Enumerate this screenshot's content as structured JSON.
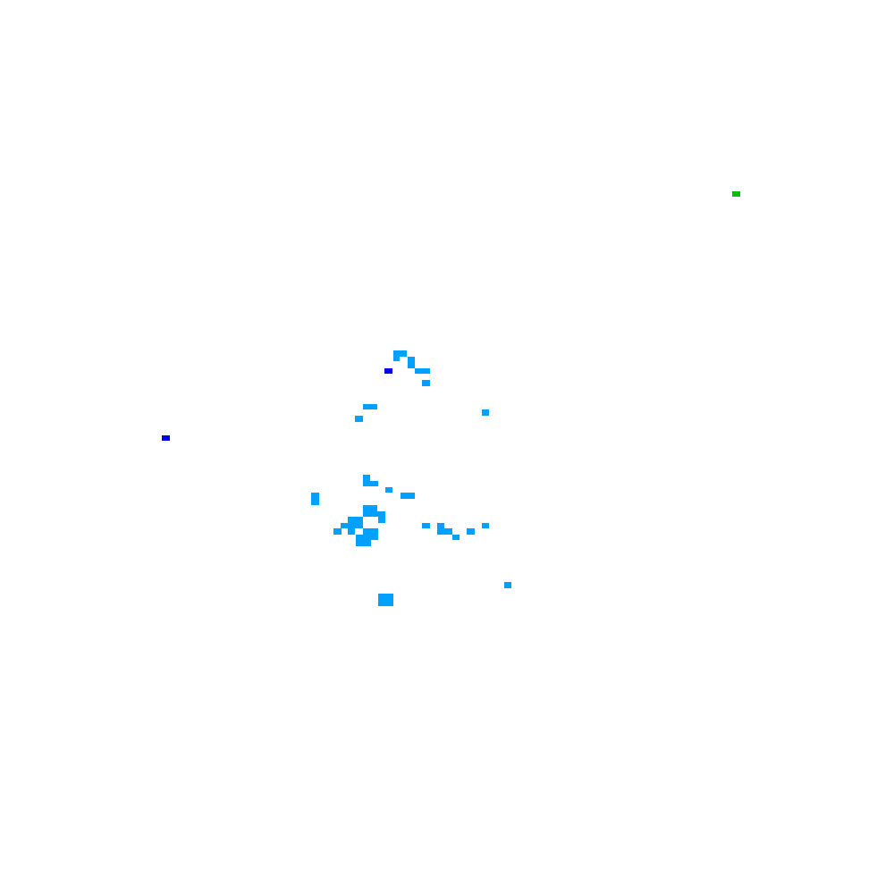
{
  "map": {
    "palette": {
      "light_blue": "#00a0ff",
      "blue": "#0000ee",
      "green": "#00c000"
    },
    "cell_counts": {
      "light_blue": 51,
      "blue": 2,
      "green": 1
    }
  }
}
